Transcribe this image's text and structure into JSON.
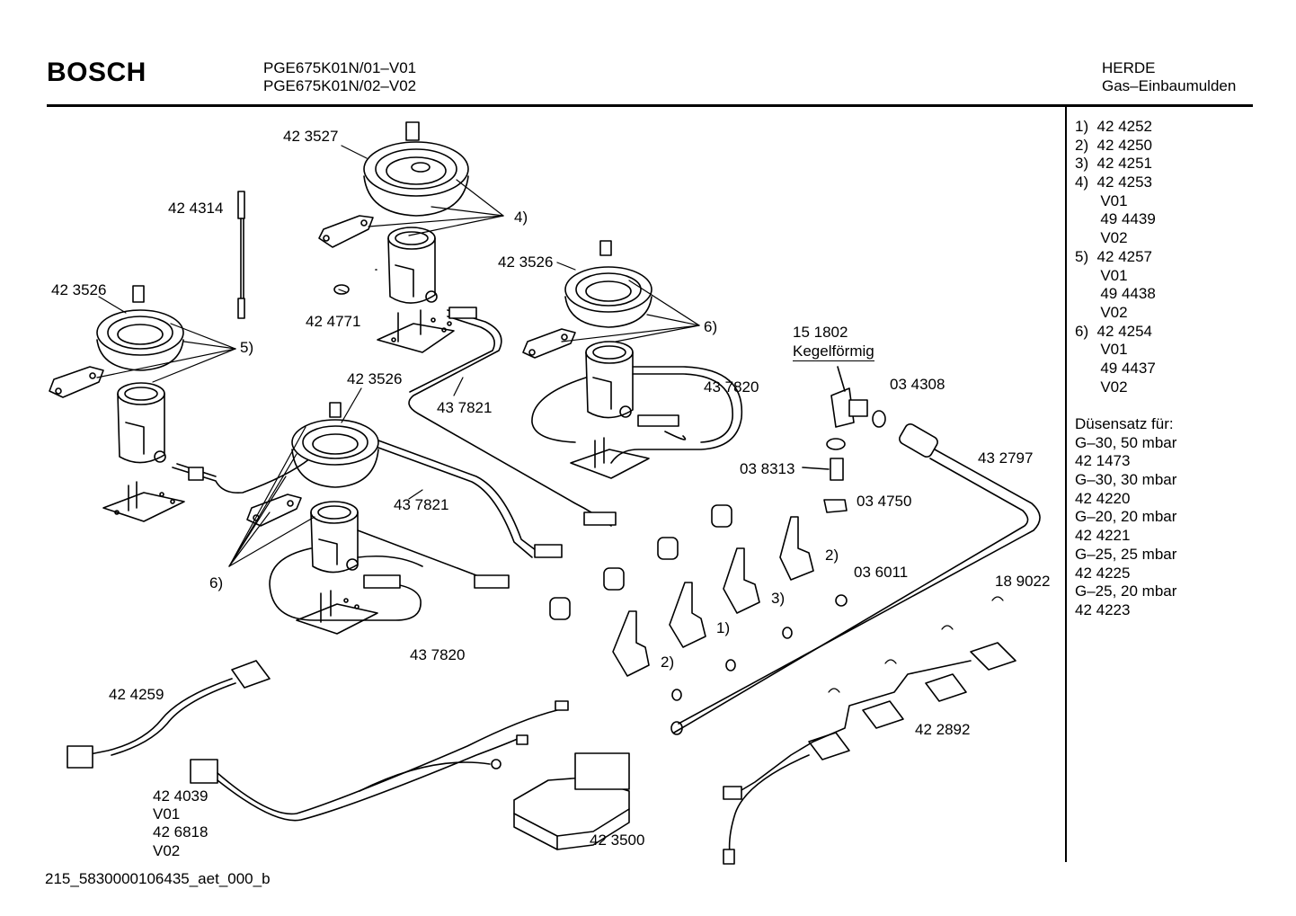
{
  "header": {
    "brand": "BOSCH",
    "model_lines": [
      "PGE675K01N/01–V01",
      "PGE675K01N/02–V02"
    ],
    "category": [
      "HERDE",
      "Gas–Einbaumulden"
    ]
  },
  "sidebar": {
    "lines": [
      "1)  42 4252",
      "2)  42 4250",
      "3)  42 4251",
      "4)  42 4253",
      "      V01",
      "      49 4439",
      "      V02",
      "5)  42 4257",
      "      V01",
      "      49 4438",
      "      V02",
      "6)  42 4254",
      "      V01",
      "      49 4437",
      "      V02"
    ],
    "nozzle_title": "Düsensatz für:",
    "nozzle_lines": [
      "G–30, 50 mbar",
      "42 1473",
      "G–30, 30 mbar",
      "42 4220",
      "G–20, 20 mbar",
      "42 4221",
      "G–25, 25 mbar",
      "42 4225",
      "G–25, 20 mbar",
      "42 4223"
    ]
  },
  "parts": {
    "p423527": "42 3527",
    "p424314": "42 4314",
    "p4_top": "4)",
    "p423526_left": "42 3526",
    "p5": "5)",
    "p424771": "42 4771",
    "p423526_right": "42 3526",
    "p6_right": "6)",
    "p151802": "15 1802",
    "kegel": "Kegelförmig",
    "p034308": "03 4308",
    "p437820_right": "43 7820",
    "p437821_top": "43 7821",
    "p423526_center": "42 3526",
    "p437821_center": "43 7821",
    "p432797": "43 2797",
    "p038313": "03 8313",
    "p034750": "03 4750",
    "p2_upper": "2)",
    "p036011": "03 6011",
    "p3": "3)",
    "p189022": "18 9022",
    "p6_left": "6)",
    "p1": "1)",
    "p2_lower": "2)",
    "p437820_bottom": "43 7820",
    "p424259": "42 4259",
    "p422892": "42 2892",
    "p424039": "42 4039",
    "v01": "V01",
    "p426818": "42 6818",
    "v02": "V02",
    "p423500": "42 3500"
  },
  "footer": "215_5830000106435_aet_000_b"
}
